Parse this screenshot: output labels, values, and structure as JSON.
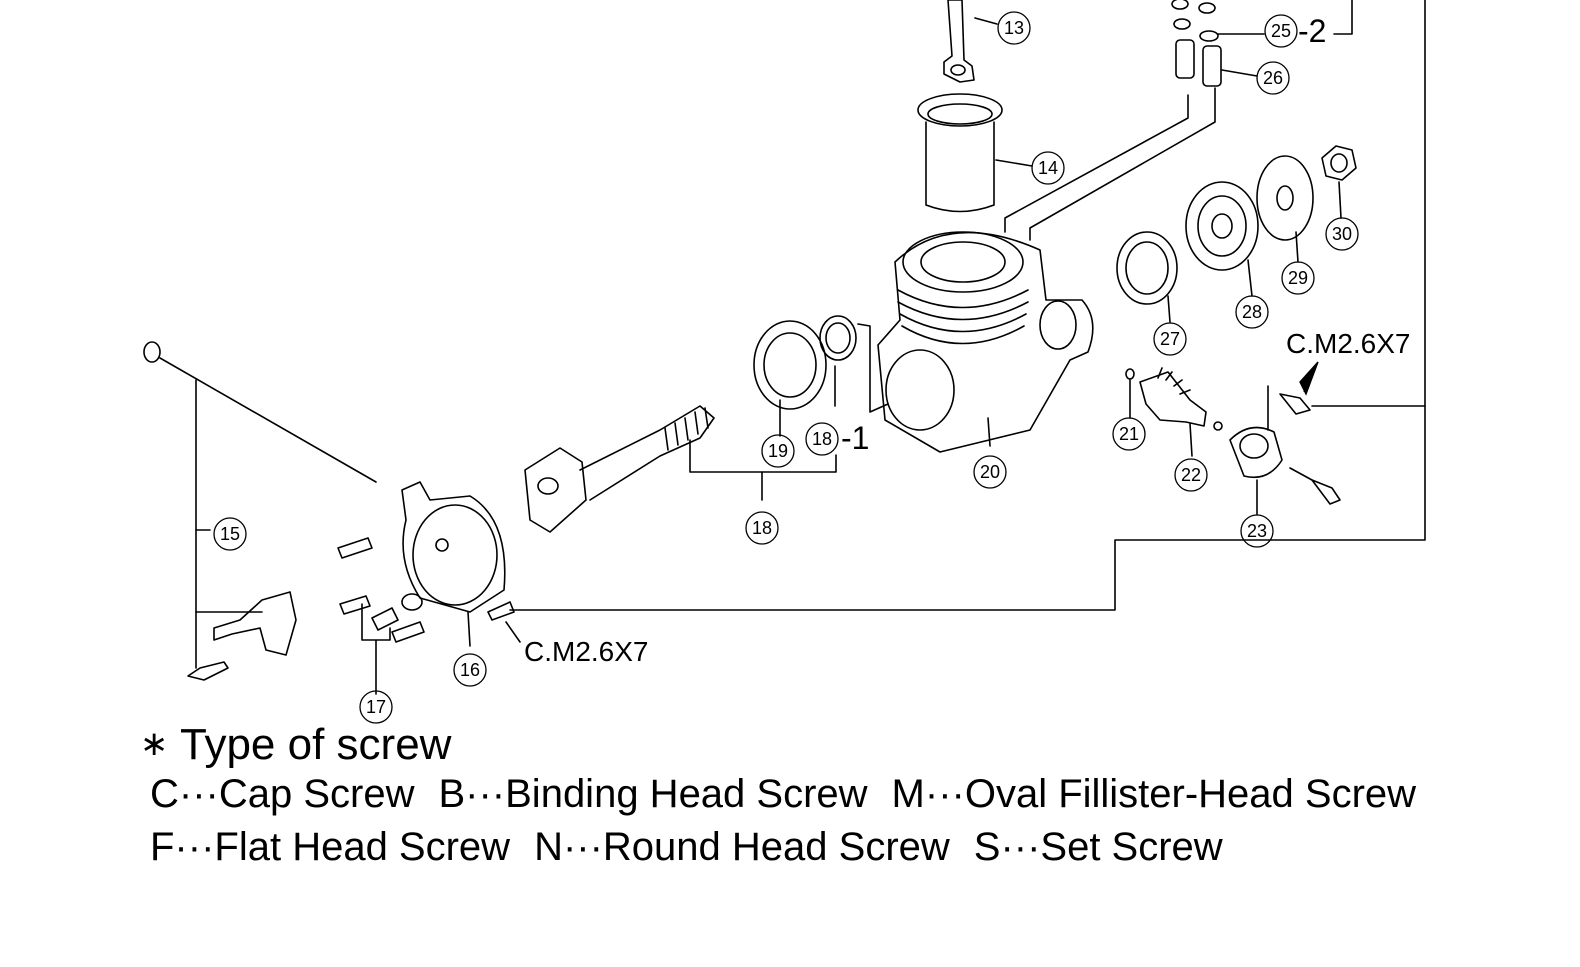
{
  "callouts": [
    {
      "id": "c13",
      "label": "13"
    },
    {
      "id": "c14",
      "label": "14"
    },
    {
      "id": "c15",
      "label": "15"
    },
    {
      "id": "c16",
      "label": "16"
    },
    {
      "id": "c17",
      "label": "17"
    },
    {
      "id": "c18a",
      "label": "18"
    },
    {
      "id": "c18b",
      "label": "18"
    },
    {
      "id": "c19",
      "label": "19"
    },
    {
      "id": "c20",
      "label": "20"
    },
    {
      "id": "c21",
      "label": "21"
    },
    {
      "id": "c22",
      "label": "22"
    },
    {
      "id": "c23",
      "label": "23"
    },
    {
      "id": "c25",
      "label": "25"
    },
    {
      "id": "c26",
      "label": "26"
    },
    {
      "id": "c27",
      "label": "27"
    },
    {
      "id": "c28",
      "label": "28"
    },
    {
      "id": "c29",
      "label": "29"
    },
    {
      "id": "c30",
      "label": "30"
    }
  ],
  "suffixes": {
    "part18": "-1",
    "part25": "-2"
  },
  "screw_labels": {
    "right": "C.M2.6X7",
    "left": "C.M2.6X7"
  },
  "legend": {
    "mark": "∗",
    "title": "Type of screw",
    "row1": [
      "C···Cap Screw",
      "B···Binding Head Screw",
      "M···Oval Fillister-Head Screw"
    ],
    "row2": [
      "F···Flat Head Screw",
      "N···Round Head Screw",
      "S···Set Screw"
    ]
  }
}
